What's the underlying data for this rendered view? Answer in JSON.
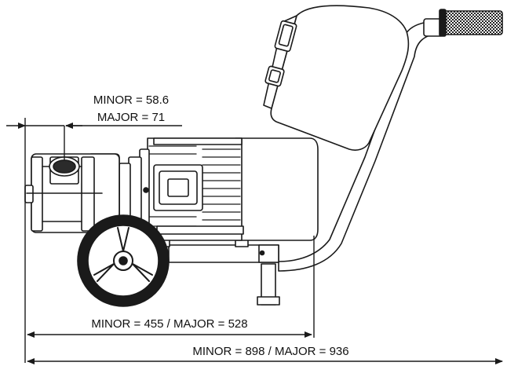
{
  "dimensions": {
    "opening": {
      "minor_label": "MINOR = 58.6",
      "major_label": "MAJOR = 71"
    },
    "base_length": {
      "label": "MINOR = 455 / MAJOR = 528"
    },
    "overall_length": {
      "label": "MINOR = 898 / MAJOR = 936"
    }
  },
  "colors": {
    "line": "#1a1a1a",
    "paint": "#ffffff",
    "grip": "#2b2b2b"
  }
}
